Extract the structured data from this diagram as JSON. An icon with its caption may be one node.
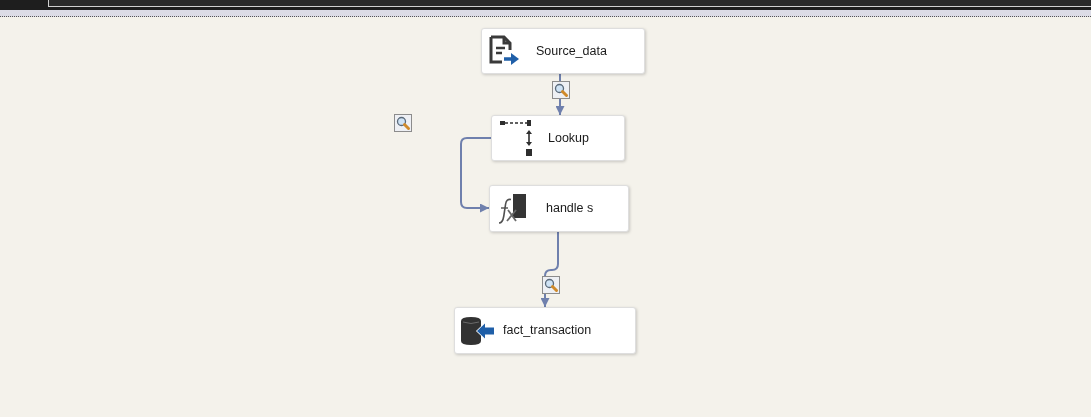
{
  "diagram": {
    "nodes": [
      {
        "text": [
          "Source_data"
        ]
      },
      {
        "text": [
          "Lookup"
        ]
      },
      {
        "text": [
          "handle s"
        ]
      },
      {
        "text": [
          "fact_transaction"
        ]
      }
    ],
    "edges": [
      {
        "from": 0,
        "to": 1,
        "arrow": "to"
      },
      {
        "from": 1,
        "to": 2,
        "arrow": "to"
      },
      {
        "from": 2,
        "to": 3,
        "arrow": "to"
      }
    ]
  }
}
